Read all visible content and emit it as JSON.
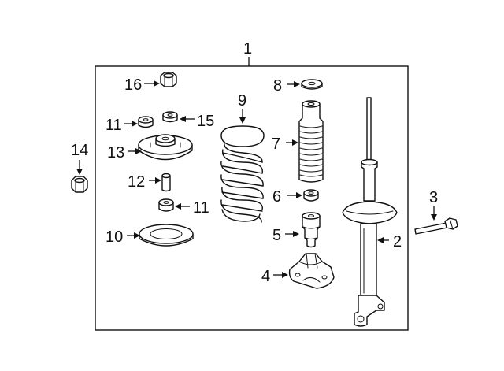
{
  "callouts": {
    "c1": "1",
    "c2": "2",
    "c3": "3",
    "c4": "4",
    "c5": "5",
    "c6": "6",
    "c7": "7",
    "c8": "8",
    "c9": "9",
    "c10": "10",
    "c11a": "11",
    "c11b": "11",
    "c12": "12",
    "c13": "13",
    "c14": "14",
    "c15": "15",
    "c16": "16"
  }
}
